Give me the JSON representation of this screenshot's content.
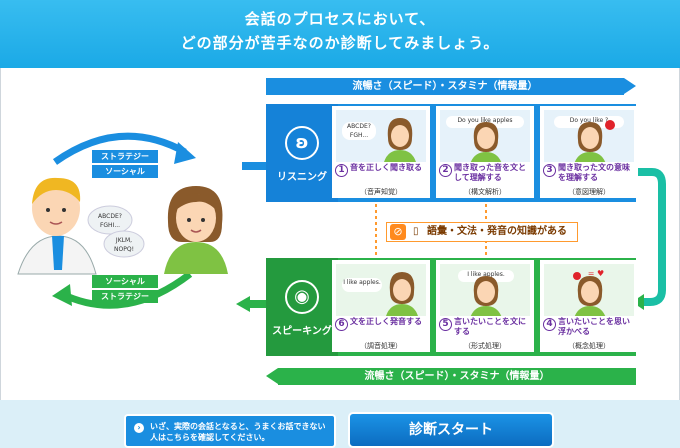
{
  "header": {
    "line1": "会話のプロセスにおいて、",
    "line2": "どの部分が苦手なのか診断してみましょう。"
  },
  "fluency_top": "流暢さ（スピード）・スタミナ（情報量）",
  "fluency_bottom": "流暢さ（スピード）・スタミナ（情報量）",
  "listening": {
    "label": "リスニング",
    "icon": "ear-icon",
    "cards": [
      {
        "num": "1",
        "title": "音を正しく聞き取る",
        "sub": "（音声知覚）",
        "bubble": "ABCDE?\nFGH..."
      },
      {
        "num": "2",
        "title": "聞き取った音を文として理解する",
        "sub": "（構文解析）",
        "bubble": "Do   you   like   apples"
      },
      {
        "num": "3",
        "title": "聞き取った文の意味を理解する",
        "sub": "（意図理解）",
        "bubble": "Do you like ?"
      }
    ]
  },
  "speaking": {
    "label": "スピーキング",
    "icon": "lips-icon",
    "cards": [
      {
        "num": "6",
        "title": "文を正しく発音する",
        "sub": "（調音処理）",
        "bubble": "I like apples."
      },
      {
        "num": "5",
        "title": "言いたいことを文にする",
        "sub": "（形式処理）",
        "bubble": "I like apples."
      },
      {
        "num": "4",
        "title": "言いたいことを思い浮かべる",
        "sub": "（概念処理）",
        "bubble": "= ♥"
      }
    ]
  },
  "knowledge": "語彙・文法・発音の知識がある",
  "left_tags": {
    "top": [
      "ストラテジー",
      "ソーシャル"
    ],
    "bottom": [
      "ソーシャル",
      "ストラテジー"
    ]
  },
  "man_bubbles": [
    "ABCDE?\nFGHI...",
    "JKLM,\nNOPQ!"
  ],
  "colors": {
    "blue": "#1a8ee0",
    "green": "#2bb24a",
    "purple": "#6a2fa0",
    "orange": "#ff8a1e"
  },
  "footer": {
    "note": "いざ、実際の会話となると、うまくお話できない人はこちらを確認してください。",
    "start_button": "診断スタート"
  }
}
